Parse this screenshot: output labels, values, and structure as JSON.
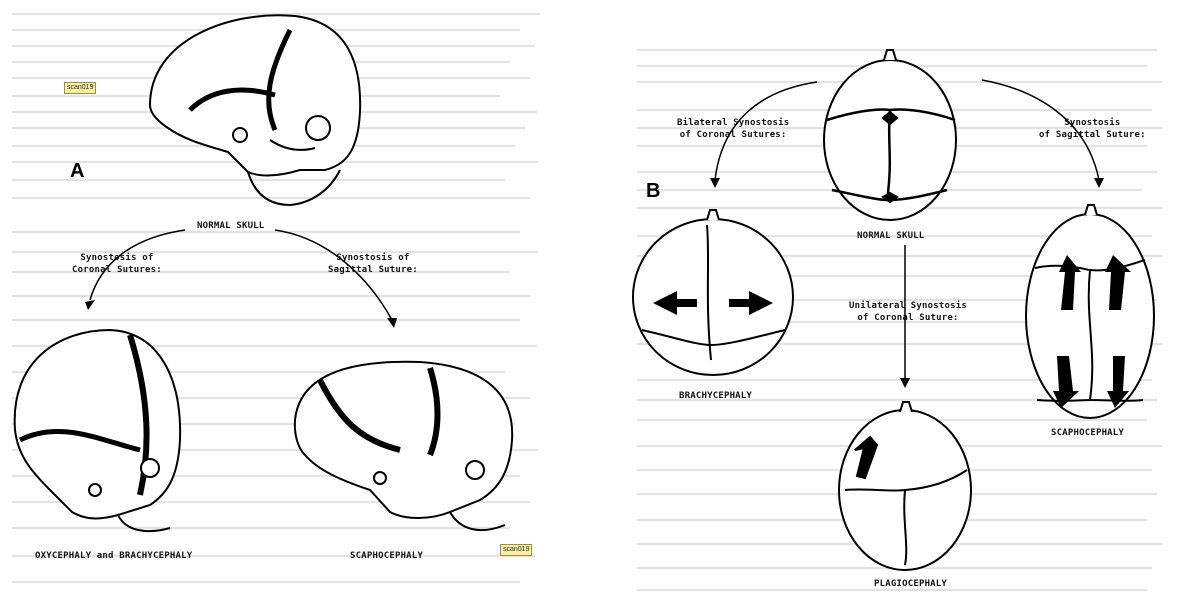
{
  "panel_a": {
    "letter": "A",
    "normal_skull": "NORMAL SKULL",
    "synostosis_coronal": [
      "Synostosis of",
      "Coronal Sutures:"
    ],
    "synostosis_sagittal": [
      "Synostosis of",
      "Sagittal Suture:"
    ],
    "oxy_brachy": "OXYCEPHALY and BRACHYCEPHALY",
    "scapho": "SCAPHOCEPHALY",
    "scan_tag_1": "scan019",
    "scan_tag_2": "scan019"
  },
  "panel_b": {
    "letter": "B",
    "bilateral": [
      "Bilateral Synostosis",
      "of Coronal Sutures:"
    ],
    "sagittal": [
      "Synostosis",
      "of Sagittal Suture:"
    ],
    "normal_skull": "NORMAL SKULL",
    "unilateral": [
      "Unilateral Synostosis",
      "of Coronal Suture:"
    ],
    "brachy": "BRACHYCEPHALY",
    "plagio": "PLAGIOCEPHALY",
    "scapho": "SCAPHOCEPHALY"
  }
}
